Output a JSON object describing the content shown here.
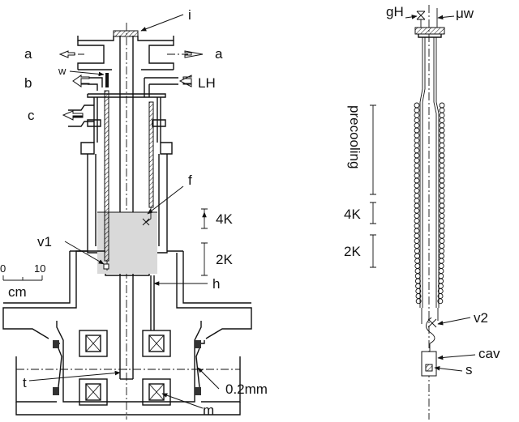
{
  "labels": {
    "i": "i",
    "a_left": "a",
    "a_right": "a",
    "b": "b",
    "w": "w",
    "lh": "LH",
    "c": "c",
    "f": "f",
    "k4_left": "4K",
    "k2_left": "2K",
    "v1": "v1",
    "h": "h",
    "t": "t",
    "mm": "0.2mm",
    "m": "m",
    "gh": "gH",
    "uw": "μw",
    "precooling": "precooling",
    "k4_right": "4K",
    "k2_right": "2K",
    "v2": "v2",
    "cav": "cav",
    "s": "s"
  },
  "scale_bar": {
    "zero": "0",
    "ten": "10",
    "unit": "cm"
  }
}
